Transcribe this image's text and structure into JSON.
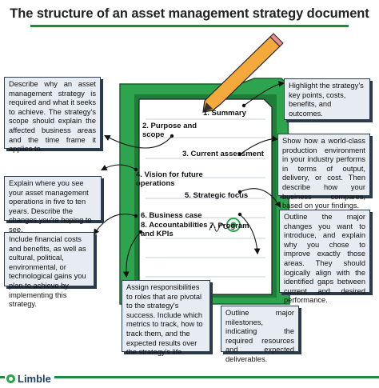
{
  "title": "The structure of an asset management strategy document",
  "brand": "Limble",
  "sections": [
    {
      "label": "1. Summary"
    },
    {
      "label": "2. Purpose and scope"
    },
    {
      "label": "3. Current assessment"
    },
    {
      "label": "4. Vision for future operations"
    },
    {
      "label": "5. Strategic focus"
    },
    {
      "label": "6. Business case"
    },
    {
      "label": "7. Program"
    },
    {
      "label": "8. Accountabilities and KPIs"
    }
  ],
  "callouts": {
    "purpose": "Describe why an asset management strategy is required and what it seeks to achieve. The strategy's scope should explain the affected business areas and the time frame it applies to.",
    "summary": "Highlight the strategy's key points, costs, benefits, and outcomes.",
    "current": "Show how a world-class production environment in your industry performs in terms of output, delivery, or cost. Then describe how your business compares, based on your findings.",
    "vision": "Explain where you see your asset management operations in five to ten years. Describe the changes you're hoping to see.",
    "strategic": "Outline the major changes you want to introduce, and explain why you chose to improve exactly those areas. They should logically align with the identified gaps between current and desired performance.",
    "business": "Include financial costs and benefits, as well as cultural, political, environmental, or technological gains you plan to achieve by implementing this strategy.",
    "accountabilities": "Assign responsibilities to roles that are pivotal to the strategy's success. Include which metrics to track, how to track them, and the expected results over the strategy's life.",
    "program": "Outline major milestones, indicating the required resources and expected deliverables."
  },
  "colors": {
    "accent": "#1f8a3a",
    "folder": "#2ea44f",
    "folder_dark": "#1e7d38",
    "box_bg": "#e6ecf1",
    "pencil": "#f4a93c"
  }
}
